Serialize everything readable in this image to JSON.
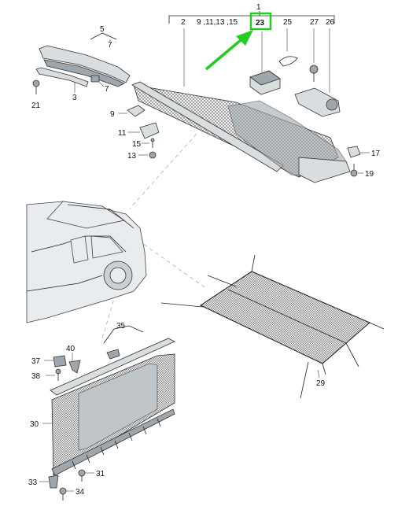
{
  "diagram": {
    "group_label": "1",
    "highlight_color": "#22cc22",
    "highlight_label": "23",
    "labels": {
      "l2": "2",
      "l9": "9 ,11,13 ,15",
      "l23": "23",
      "l25": "25",
      "l27": "27",
      "l26": "26",
      "l5": "5",
      "l7a": "7",
      "l7b": "7",
      "l21": "21",
      "l3": "3",
      "l9b": "9",
      "l11": "11",
      "l15": "15",
      "l13": "13",
      "l17": "17",
      "l19": "19",
      "l35": "35",
      "l37": "37",
      "l40": "40",
      "l38": "38",
      "l30": "30",
      "l31": "31",
      "l33": "33",
      "l34": "34",
      "l29": "29"
    }
  }
}
